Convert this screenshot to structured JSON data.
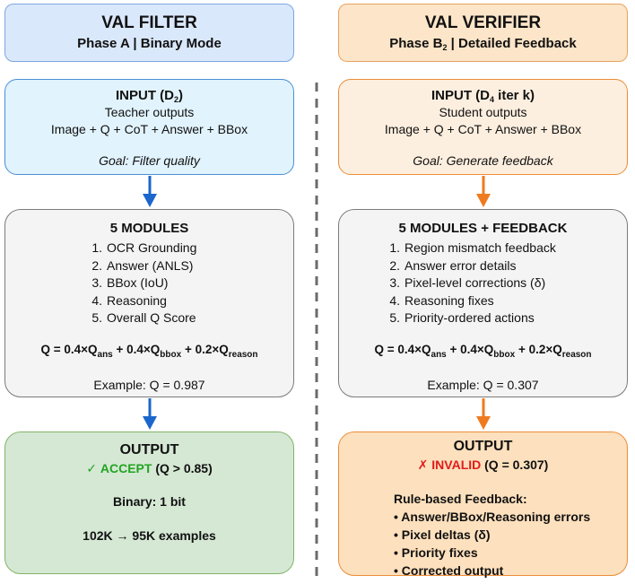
{
  "left": {
    "header": {
      "title": "VAL FILTER",
      "subtitle": "Phase A | Binary Mode"
    },
    "input": {
      "title": "INPUT (D",
      "title_sub": "2",
      "title_end": ")",
      "line1": "Teacher outputs",
      "line2": "Image + Q + CoT + Answer + BBox",
      "goal": "Goal: Filter quality"
    },
    "modules": {
      "title": "5 MODULES",
      "items": [
        {
          "num": "1.",
          "label": "OCR Grounding"
        },
        {
          "num": "2.",
          "label": "Answer (ANLS)"
        },
        {
          "num": "3.",
          "label": "BBox (IoU)"
        },
        {
          "num": "4.",
          "label": "Reasoning"
        },
        {
          "num": "5.",
          "label": "Overall Q Score"
        }
      ],
      "example": "Example: Q = 0.987"
    },
    "output": {
      "title": "OUTPUT",
      "status_mark": "✓",
      "status": "ACCEPT",
      "status_detail": " (Q > 0.85)",
      "binary": "Binary: 1 bit",
      "examples": "102K → 95K examples"
    }
  },
  "right": {
    "header": {
      "title": "VAL VERIFIER",
      "subtitle_pre": "Phase B",
      "subtitle_sub": "2",
      "subtitle_post": " | Detailed Feedback"
    },
    "input": {
      "title": "INPUT (D",
      "title_sub": "4",
      "title_end": " iter k)",
      "line1": "Student outputs",
      "line2": "Image + Q + CoT + Answer + BBox",
      "goal": "Goal: Generate feedback"
    },
    "modules": {
      "title": "5 MODULES + FEEDBACK",
      "items": [
        {
          "num": "1.",
          "label": "Region mismatch feedback"
        },
        {
          "num": "2.",
          "label": "Answer error details"
        },
        {
          "num": "3.",
          "label": "Pixel-level corrections (δ)"
        },
        {
          "num": "4.",
          "label": "Reasoning fixes"
        },
        {
          "num": "5.",
          "label": "Priority-ordered actions"
        }
      ],
      "example": "Example: Q = 0.307"
    },
    "output": {
      "title": "OUTPUT",
      "status_mark": "✗",
      "status": "INVALID",
      "status_detail": " (Q = 0.307)",
      "feedback_title": "Rule-based Feedback:",
      "feedback": [
        "• Answer/BBox/Reasoning errors",
        "• Pixel deltas (δ)",
        "• Priority fixes",
        "• Corrected output"
      ]
    }
  },
  "formula": {
    "q": "Q = 0.4×Q",
    "s1": "ans",
    "m1": " + 0.4×Q",
    "s2": "bbox",
    "m2": " + 0.2×Q",
    "s3": "reason"
  },
  "colors": {
    "blue_arrow": "#1a66cc",
    "orange_arrow": "#ee7b1f",
    "accept": "#22a422",
    "invalid": "#e01b1b"
  }
}
